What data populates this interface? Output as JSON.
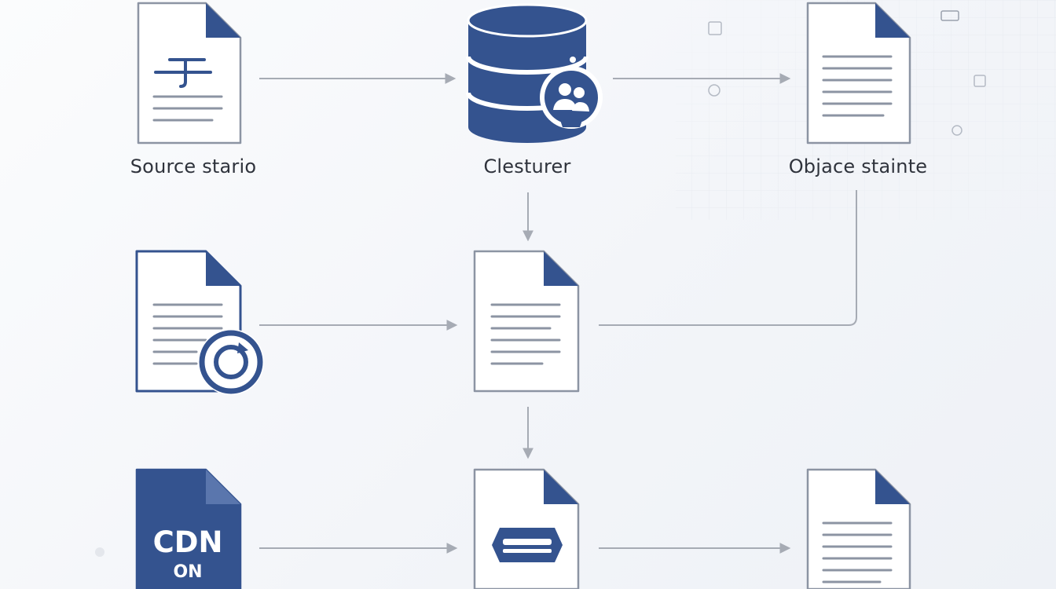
{
  "colors": {
    "primary": "#34538f",
    "outline": "#8c94a3",
    "arrow": "#a6abb4",
    "text_line": "#7f8594",
    "grid": "#dde2ea"
  },
  "nodes": {
    "source": {
      "label": "Source stario",
      "icon": "text-document-icon"
    },
    "cluster": {
      "label": "Clesturer",
      "icon": "database-user-icon"
    },
    "object": {
      "label": "Objace stainte",
      "icon": "document-icon"
    },
    "doc_sync": {
      "icon": "document-sync-icon"
    },
    "doc_center": {
      "icon": "document-icon"
    },
    "cdn": {
      "line1": "CDN",
      "line2": "ON",
      "icon": "cdn-document-icon"
    },
    "doc_edge": {
      "icon": "document-edge-icon"
    },
    "doc_output": {
      "icon": "document-icon"
    }
  }
}
